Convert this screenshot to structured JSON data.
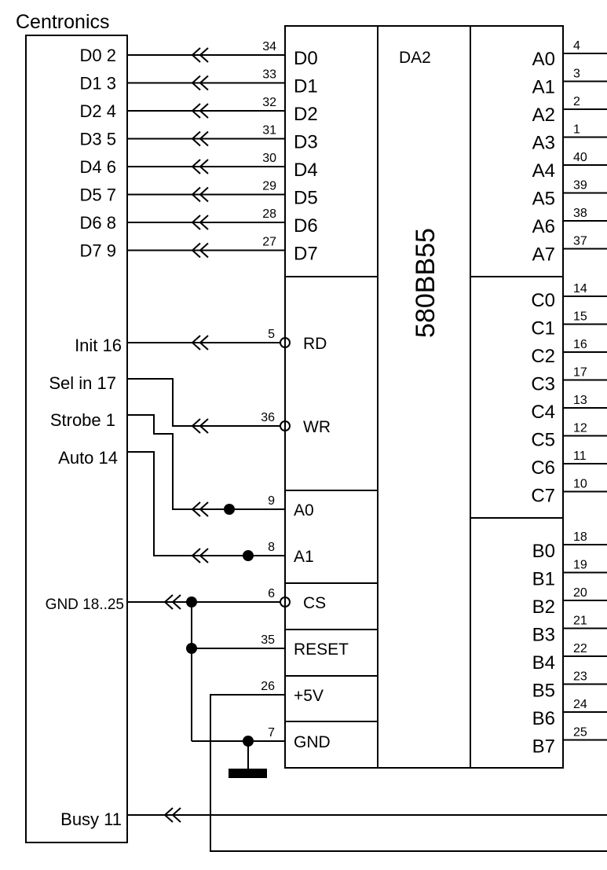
{
  "connector": {
    "title": "Centronics",
    "data_pins": [
      "D0 2",
      "D1 3",
      "D2 4",
      "D3 5",
      "D4 6",
      "D5 7",
      "D6 8",
      "D7 9"
    ],
    "init": "Init 16",
    "sel_in": "Sel in 17",
    "strobe": "Strobe 1",
    "auto": "Auto 14",
    "gnd": "GND 18..25",
    "busy": "Busy 11"
  },
  "chip": {
    "designator": "DA2",
    "part": "580BB55",
    "data_pins": [
      {
        "name": "D0",
        "num": "34"
      },
      {
        "name": "D1",
        "num": "33"
      },
      {
        "name": "D2",
        "num": "32"
      },
      {
        "name": "D3",
        "num": "31"
      },
      {
        "name": "D4",
        "num": "30"
      },
      {
        "name": "D5",
        "num": "29"
      },
      {
        "name": "D6",
        "num": "28"
      },
      {
        "name": "D7",
        "num": "27"
      }
    ],
    "control_pins": [
      {
        "name": "RD",
        "num": "5"
      },
      {
        "name": "WR",
        "num": "36"
      },
      {
        "name": "A0",
        "num": "9"
      },
      {
        "name": "A1",
        "num": "8"
      },
      {
        "name": "CS",
        "num": "6"
      },
      {
        "name": "RESET",
        "num": "35"
      },
      {
        "name": "+5V",
        "num": "26"
      },
      {
        "name": "GND",
        "num": "7"
      }
    ],
    "port_a": [
      {
        "name": "A0",
        "num": "4"
      },
      {
        "name": "A1",
        "num": "3"
      },
      {
        "name": "A2",
        "num": "2"
      },
      {
        "name": "A3",
        "num": "1"
      },
      {
        "name": "A4",
        "num": "40"
      },
      {
        "name": "A5",
        "num": "39"
      },
      {
        "name": "A6",
        "num": "38"
      },
      {
        "name": "A7",
        "num": "37"
      }
    ],
    "port_c": [
      {
        "name": "C0",
        "num": "14"
      },
      {
        "name": "C1",
        "num": "15"
      },
      {
        "name": "C2",
        "num": "16"
      },
      {
        "name": "C3",
        "num": "17"
      },
      {
        "name": "C4",
        "num": "13"
      },
      {
        "name": "C5",
        "num": "12"
      },
      {
        "name": "C6",
        "num": "11"
      },
      {
        "name": "C7",
        "num": "10"
      }
    ],
    "port_b": [
      {
        "name": "B0",
        "num": "18"
      },
      {
        "name": "B1",
        "num": "19"
      },
      {
        "name": "B2",
        "num": "20"
      },
      {
        "name": "B3",
        "num": "21"
      },
      {
        "name": "B4",
        "num": "22"
      },
      {
        "name": "B5",
        "num": "23"
      },
      {
        "name": "B6",
        "num": "24"
      },
      {
        "name": "B7",
        "num": "25"
      }
    ]
  }
}
